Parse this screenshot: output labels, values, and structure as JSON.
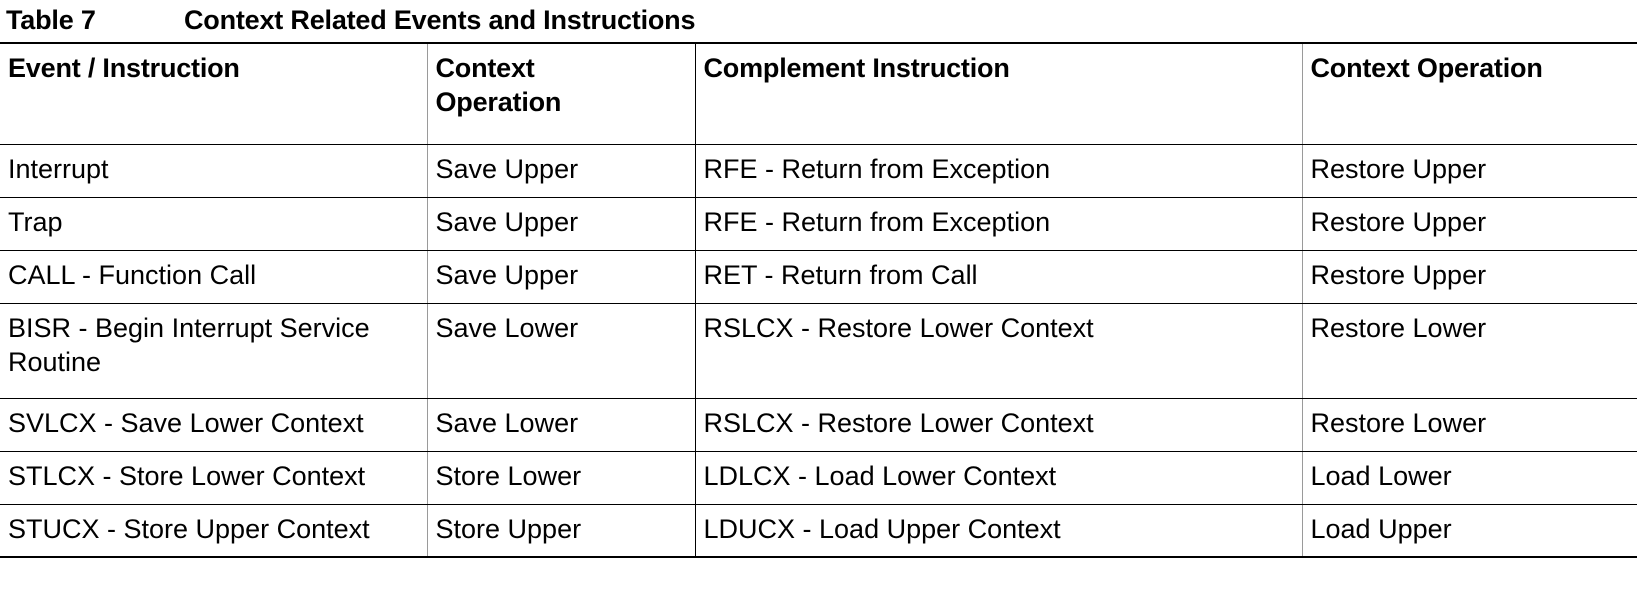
{
  "caption": {
    "label": "Table 7",
    "title": "Context Related Events and Instructions"
  },
  "table": {
    "headers": [
      "Event / Instruction",
      "Context",
      "Operation",
      "Complement Instruction",
      "Context Operation"
    ],
    "header_col2_line1": "Context",
    "header_col2_line2": "Operation",
    "rows": [
      {
        "event": "Interrupt",
        "context_operation": "Save Upper",
        "complement_instruction": "RFE - Return from Exception",
        "context_operation_2": "Restore Upper"
      },
      {
        "event": "Trap",
        "context_operation": "Save Upper",
        "complement_instruction": "RFE - Return from Exception",
        "context_operation_2": "Restore Upper"
      },
      {
        "event": "CALL - Function Call",
        "context_operation": "Save Upper",
        "complement_instruction": "RET - Return from Call",
        "context_operation_2": "Restore Upper"
      },
      {
        "event_line1": "BISR - Begin Interrupt Service",
        "event_line2": "Routine",
        "context_operation": "Save Lower",
        "complement_instruction": "RSLCX - Restore Lower Context",
        "context_operation_2": "Restore Lower"
      },
      {
        "event": "SVLCX - Save Lower Context",
        "context_operation": "Save Lower",
        "complement_instruction": "RSLCX - Restore Lower Context",
        "context_operation_2": "Restore Lower"
      },
      {
        "event": "STLCX - Store Lower Context",
        "context_operation": "Store Lower",
        "complement_instruction": "LDLCX - Load Lower Context",
        "context_operation_2": "Load Lower"
      },
      {
        "event": "STUCX - Store Upper Context",
        "context_operation": "Store Upper",
        "complement_instruction": "LDUCX - Load Upper Context",
        "context_operation_2": "Load Upper"
      }
    ]
  },
  "colors": {
    "text": "#000000",
    "background": "#ffffff",
    "rule_strong": "#000000",
    "rule_light": "#9a9a9a"
  }
}
